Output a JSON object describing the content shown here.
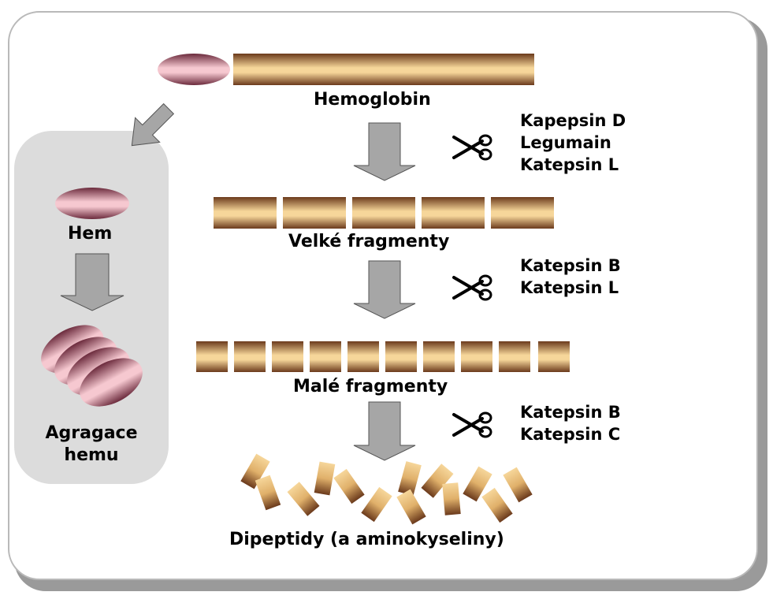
{
  "labels": {
    "hemoglobin": "Hemoglobin",
    "large_fragments": "Velké fragmenty",
    "small_fragments": "Malé fragmenty",
    "dipeptides": "Dipeptidy (a aminokyseliny)",
    "heme": "Hem",
    "aggregation_line1": "Agragace",
    "aggregation_line2": "hemu"
  },
  "enzymes": {
    "step1": [
      "Kapepsin D",
      "Legumain",
      "Katepsin L"
    ],
    "step2": [
      "Katepsin B",
      "Katepsin L"
    ],
    "step3": [
      "Katepsin B",
      "Katepsin C"
    ]
  },
  "colors": {
    "peptide_light": "#f6d69a",
    "peptide_dark": "#6b3a1c",
    "heme_light": "#f6c8d0",
    "heme_dark": "#6b2a3c",
    "arrow_fill": "#a6a6a6",
    "panel": "#dcdcdc"
  }
}
